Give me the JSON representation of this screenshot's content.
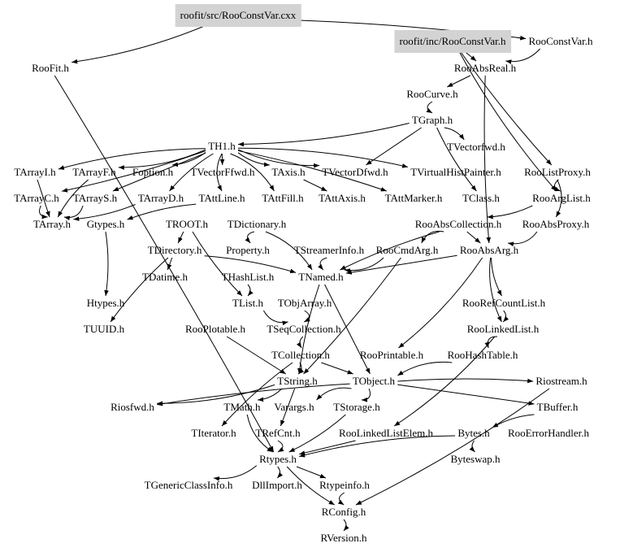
{
  "title": "roofit/src/RooConstVar.cxx include dependency graph",
  "highlight_color": "#d3d3d3",
  "nodes": [
    {
      "id": "cxx",
      "label": "roofit/src/RooConstVar.cxx",
      "highlighted": true
    },
    {
      "id": "inch",
      "label": "roofit/inc/RooConstVar.h",
      "highlighted": true
    },
    {
      "id": "RooConstVar",
      "label": "RooConstVar.h"
    },
    {
      "id": "RooFit",
      "label": "RooFit.h"
    },
    {
      "id": "RooAbsReal",
      "label": "RooAbsReal.h"
    },
    {
      "id": "RooCurve",
      "label": "RooCurve.h"
    },
    {
      "id": "TGraph",
      "label": "TGraph.h"
    },
    {
      "id": "TVectorfwd",
      "label": "TVectorfwd.h"
    },
    {
      "id": "TH1",
      "label": "TH1.h"
    },
    {
      "id": "TArrayI",
      "label": "TArrayI.h"
    },
    {
      "id": "TArrayF",
      "label": "TArrayF.h"
    },
    {
      "id": "Foption",
      "label": "Foption.h"
    },
    {
      "id": "TVectorFfwd",
      "label": "TVectorFfwd.h"
    },
    {
      "id": "TAxis",
      "label": "TAxis.h"
    },
    {
      "id": "TVectorDfwd",
      "label": "TVectorDfwd.h"
    },
    {
      "id": "TVirtualHistPainter",
      "label": "TVirtualHistPainter.h"
    },
    {
      "id": "RooListProxy",
      "label": "RooListProxy.h"
    },
    {
      "id": "TArrayC",
      "label": "TArrayC.h"
    },
    {
      "id": "TArrayS",
      "label": "TArrayS.h"
    },
    {
      "id": "TArrayD",
      "label": "TArrayD.h"
    },
    {
      "id": "TAttLine",
      "label": "TAttLine.h"
    },
    {
      "id": "TAttFill",
      "label": "TAttFill.h"
    },
    {
      "id": "TAttAxis",
      "label": "TAttAxis.h"
    },
    {
      "id": "TAttMarker",
      "label": "TAttMarker.h"
    },
    {
      "id": "TClass",
      "label": "TClass.h"
    },
    {
      "id": "RooArgList",
      "label": "RooArgList.h"
    },
    {
      "id": "TArray",
      "label": "TArray.h"
    },
    {
      "id": "Gtypes",
      "label": "Gtypes.h"
    },
    {
      "id": "TROOT",
      "label": "TROOT.h"
    },
    {
      "id": "TDictionary",
      "label": "TDictionary.h"
    },
    {
      "id": "RooAbsCollection",
      "label": "RooAbsCollection.h"
    },
    {
      "id": "RooAbsProxy",
      "label": "RooAbsProxy.h"
    },
    {
      "id": "TDirectory",
      "label": "TDirectory.h"
    },
    {
      "id": "Property",
      "label": "Property.h"
    },
    {
      "id": "TStreamerInfo",
      "label": "TStreamerInfo.h"
    },
    {
      "id": "RooCmdArg",
      "label": "RooCmdArg.h"
    },
    {
      "id": "RooAbsArg",
      "label": "RooAbsArg.h"
    },
    {
      "id": "TDatime",
      "label": "TDatime.h"
    },
    {
      "id": "THashList",
      "label": "THashList.h"
    },
    {
      "id": "TNamed",
      "label": "TNamed.h"
    },
    {
      "id": "Htypes",
      "label": "Htypes.h"
    },
    {
      "id": "TList",
      "label": "TList.h"
    },
    {
      "id": "TObjArray",
      "label": "TObjArray.h"
    },
    {
      "id": "RooRefCountList",
      "label": "RooRefCountList.h"
    },
    {
      "id": "TUUID",
      "label": "TUUID.h"
    },
    {
      "id": "RooPlotable",
      "label": "RooPlotable.h"
    },
    {
      "id": "TSeqCollection",
      "label": "TSeqCollection.h"
    },
    {
      "id": "RooLinkedList",
      "label": "RooLinkedList.h"
    },
    {
      "id": "TCollection",
      "label": "TCollection.h"
    },
    {
      "id": "RooPrintable",
      "label": "RooPrintable.h"
    },
    {
      "id": "RooHashTable",
      "label": "RooHashTable.h"
    },
    {
      "id": "TString",
      "label": "TString.h"
    },
    {
      "id": "TObject",
      "label": "TObject.h"
    },
    {
      "id": "Riostream",
      "label": "Riostream.h"
    },
    {
      "id": "Riosfwd",
      "label": "Riosfwd.h"
    },
    {
      "id": "TMath",
      "label": "TMath.h"
    },
    {
      "id": "Varargs",
      "label": "Varargs.h"
    },
    {
      "id": "TStorage",
      "label": "TStorage.h"
    },
    {
      "id": "TBuffer",
      "label": "TBuffer.h"
    },
    {
      "id": "TIterator",
      "label": "TIterator.h"
    },
    {
      "id": "TRefCnt",
      "label": "TRefCnt.h"
    },
    {
      "id": "RooLinkedListElem",
      "label": "RooLinkedListElem.h"
    },
    {
      "id": "Bytes",
      "label": "Bytes.h"
    },
    {
      "id": "RooErrorHandler",
      "label": "RooErrorHandler.h"
    },
    {
      "id": "Rtypes",
      "label": "Rtypes.h"
    },
    {
      "id": "Byteswap",
      "label": "Byteswap.h"
    },
    {
      "id": "TGenericClassInfo",
      "label": "TGenericClassInfo.h"
    },
    {
      "id": "DllImport",
      "label": "DllImport.h"
    },
    {
      "id": "Rtypeinfo",
      "label": "Rtypeinfo.h"
    },
    {
      "id": "RConfig",
      "label": "RConfig.h"
    },
    {
      "id": "RVersion",
      "label": "RVersion.h"
    }
  ],
  "edges": [
    [
      "cxx",
      "RooFit"
    ],
    [
      "cxx",
      "RooConstVar"
    ],
    [
      "inch",
      "RooAbsReal"
    ],
    [
      "inch",
      "RooListProxy"
    ],
    [
      "inch",
      "RooArgList"
    ],
    [
      "RooConstVar",
      "RooAbsReal"
    ],
    [
      "RooFit",
      "Rtypes"
    ],
    [
      "RooAbsReal",
      "RooCurve"
    ],
    [
      "RooAbsReal",
      "RooAbsArg"
    ],
    [
      "RooCurve",
      "TGraph"
    ],
    [
      "TGraph",
      "TH1"
    ],
    [
      "TGraph",
      "TVectorfwd"
    ],
    [
      "TGraph",
      "TVectorDfwd"
    ],
    [
      "TGraph",
      "TClass"
    ],
    [
      "TH1",
      "TArrayI"
    ],
    [
      "TH1",
      "TArrayF"
    ],
    [
      "TH1",
      "Foption"
    ],
    [
      "TH1",
      "TVectorFfwd"
    ],
    [
      "TH1",
      "TAxis"
    ],
    [
      "TH1",
      "TVectorDfwd"
    ],
    [
      "TH1",
      "TVirtualHistPainter"
    ],
    [
      "TH1",
      "TArrayC"
    ],
    [
      "TH1",
      "TArrayS"
    ],
    [
      "TH1",
      "TArrayD"
    ],
    [
      "TH1",
      "TAttLine"
    ],
    [
      "TH1",
      "TAttFill"
    ],
    [
      "TH1",
      "TAttMarker"
    ],
    [
      "TArrayI",
      "TArray"
    ],
    [
      "TArrayF",
      "TArray"
    ],
    [
      "TArrayC",
      "TArray"
    ],
    [
      "TArrayS",
      "TArray"
    ],
    [
      "TArrayD",
      "TArray"
    ],
    [
      "TAxis",
      "TAttAxis"
    ],
    [
      "TAttLine",
      "Gtypes"
    ],
    [
      "RooListProxy",
      "RooArgList"
    ],
    [
      "RooListProxy",
      "RooAbsProxy"
    ],
    [
      "RooArgList",
      "RooAbsCollection"
    ],
    [
      "RooAbsCollection",
      "RooAbsArg"
    ],
    [
      "RooAbsCollection",
      "TNamed"
    ],
    [
      "RooAbsCollection",
      "RooCmdArg"
    ],
    [
      "RooAbsProxy",
      "RooAbsArg"
    ],
    [
      "Gtypes",
      "Htypes"
    ],
    [
      "TROOT",
      "TDirectory"
    ],
    [
      "TROOT",
      "TList"
    ],
    [
      "TDictionary",
      "Property"
    ],
    [
      "TDictionary",
      "TNamed"
    ],
    [
      "TDirectory",
      "TNamed"
    ],
    [
      "TDirectory",
      "TDatime"
    ],
    [
      "TDirectory",
      "TUUID"
    ],
    [
      "TStreamerInfo",
      "TNamed"
    ],
    [
      "RooCmdArg",
      "TNamed"
    ],
    [
      "RooCmdArg",
      "TString"
    ],
    [
      "RooAbsArg",
      "TNamed"
    ],
    [
      "RooAbsArg",
      "RooRefCountList"
    ],
    [
      "RooAbsArg",
      "RooLinkedList"
    ],
    [
      "RooAbsArg",
      "RooPrintable"
    ],
    [
      "THashList",
      "TList"
    ],
    [
      "TNamed",
      "TObject"
    ],
    [
      "TNamed",
      "TString"
    ],
    [
      "TList",
      "TSeqCollection"
    ],
    [
      "TObjArray",
      "TSeqCollection"
    ],
    [
      "RooRefCountList",
      "RooLinkedList"
    ],
    [
      "RooPlotable",
      "TString"
    ],
    [
      "TSeqCollection",
      "TCollection"
    ],
    [
      "RooLinkedList",
      "RooHashTable"
    ],
    [
      "RooLinkedList",
      "RooLinkedListElem"
    ],
    [
      "TCollection",
      "TString"
    ],
    [
      "TCollection",
      "TObject"
    ],
    [
      "TCollection",
      "TIterator"
    ],
    [
      "RooHashTable",
      "TObject"
    ],
    [
      "TString",
      "Riosfwd"
    ],
    [
      "TString",
      "TMath"
    ],
    [
      "TString",
      "TRefCnt"
    ],
    [
      "TObject",
      "Riosfwd"
    ],
    [
      "TObject",
      "Varargs"
    ],
    [
      "TObject",
      "TStorage"
    ],
    [
      "TObject",
      "Riostream"
    ],
    [
      "TObject",
      "TBuffer"
    ],
    [
      "TBuffer",
      "Bytes"
    ],
    [
      "TMath",
      "Rtypes"
    ],
    [
      "TRefCnt",
      "Rtypes"
    ],
    [
      "TStorage",
      "Rtypes"
    ],
    [
      "RooLinkedListElem",
      "Rtypes"
    ],
    [
      "Bytes",
      "Byteswap"
    ],
    [
      "Bytes",
      "Rtypes"
    ],
    [
      "Rtypes",
      "TGenericClassInfo"
    ],
    [
      "Rtypes",
      "DllImport"
    ],
    [
      "Rtypes",
      "Rtypeinfo"
    ],
    [
      "Rtypes",
      "RConfig"
    ],
    [
      "Rtypeinfo",
      "RConfig"
    ],
    [
      "Riostream",
      "RConfig"
    ],
    [
      "RConfig",
      "RVersion"
    ]
  ]
}
